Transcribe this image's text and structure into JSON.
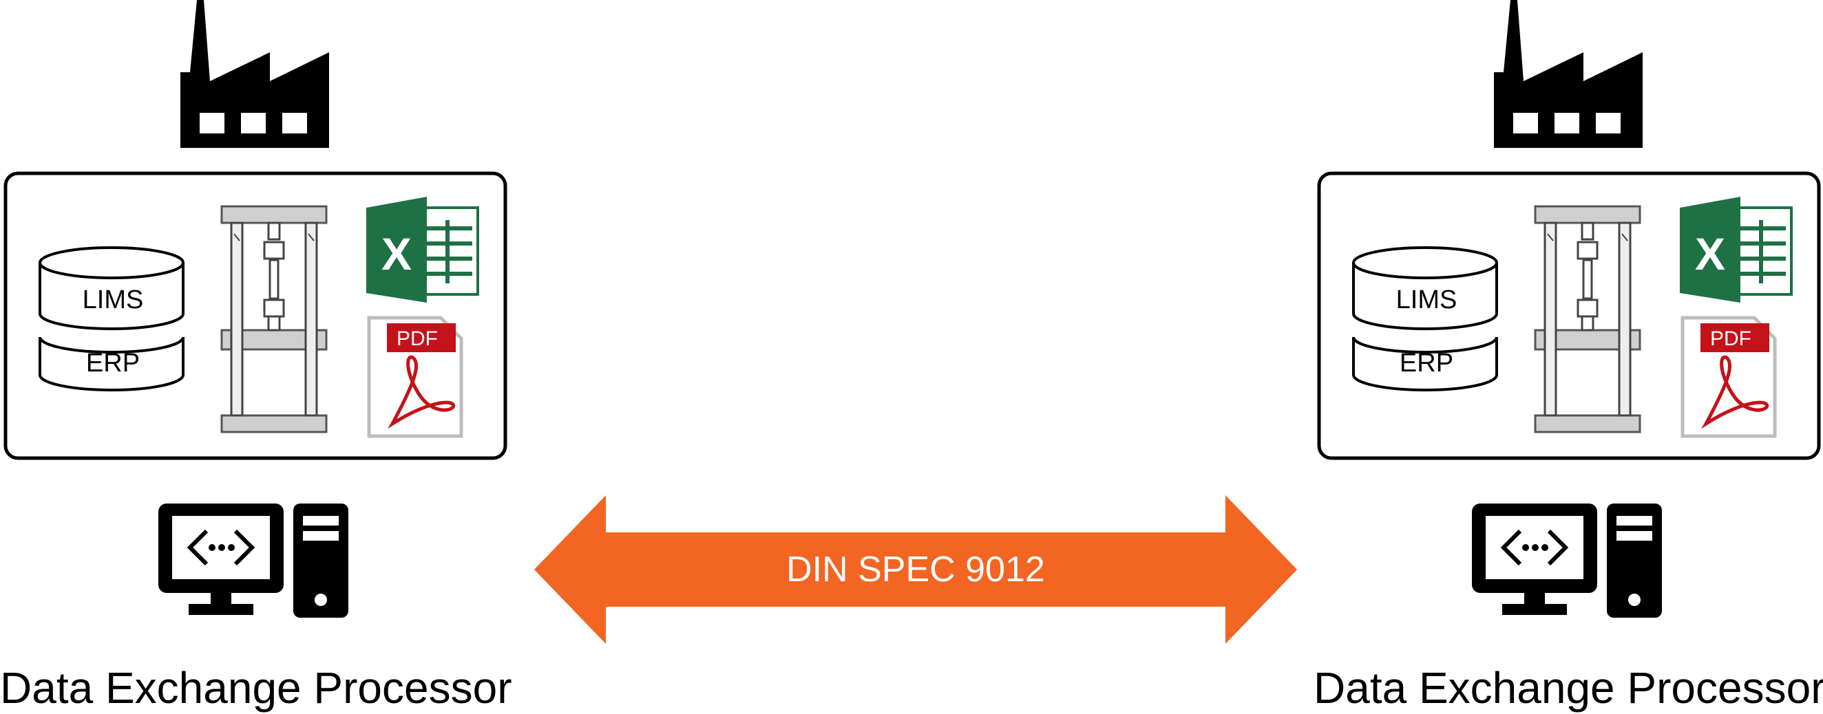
{
  "left": {
    "db_top_label": "LIMS",
    "db_bottom_label": "ERP",
    "excel_letter": "X",
    "pdf_label": "PDF",
    "processor_label": "Data Exchange Processor"
  },
  "right": {
    "db_top_label": "LIMS",
    "db_bottom_label": "ERP",
    "excel_letter": "X",
    "pdf_label": "PDF",
    "processor_label": "Data Exchange Processor"
  },
  "exchange": {
    "standard_label": "DIN SPEC 9012",
    "arrow_color": "#f26522"
  },
  "colors": {
    "excel_green": "#1e7145",
    "pdf_red": "#c4121a",
    "frame_gray": "#c8c8c8"
  }
}
